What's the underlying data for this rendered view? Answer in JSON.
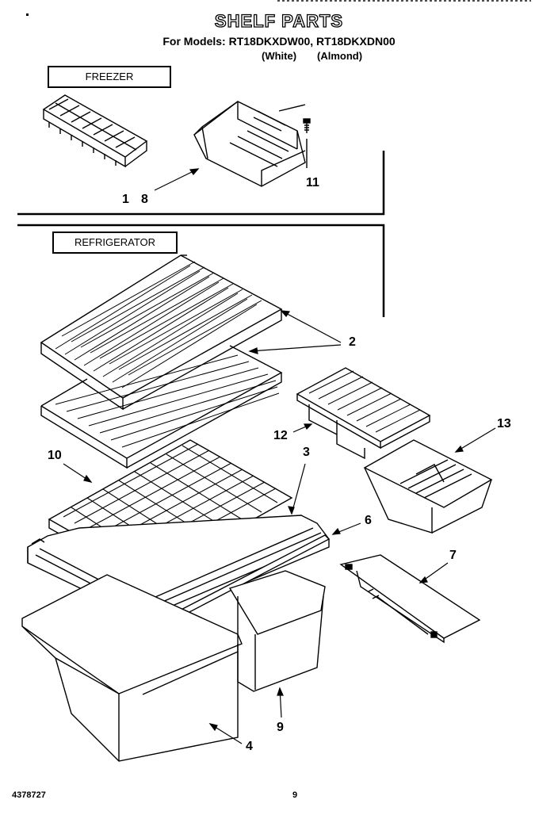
{
  "header": {
    "title": "SHELF PARTS",
    "models_line": "For Models: RT18DKXDW00, RT18DKXDN00",
    "variant_white": "(White)",
    "variant_almond": "(Almond)"
  },
  "sections": {
    "freezer": "FREEZER",
    "refrigerator": "REFRIGERATOR"
  },
  "callouts": [
    "1",
    "8",
    "11",
    "2",
    "12",
    "13",
    "3",
    "10",
    "6",
    "7",
    "4",
    "9"
  ],
  "footer": {
    "doc_number": "4378727",
    "page_number": "9"
  }
}
